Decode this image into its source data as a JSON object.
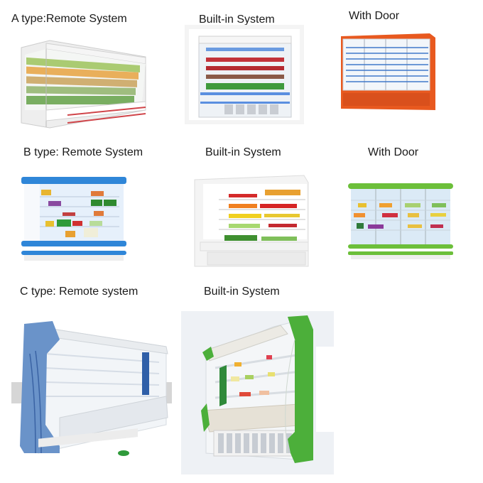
{
  "page": {
    "background": "#ffffff",
    "rows": [
      {
        "type": "A",
        "items": [
          {
            "label": "A type:Remote System",
            "variant": "remote",
            "color": "#d9d9d9",
            "accent": "#d0454a"
          },
          {
            "label": "Built-in System",
            "variant": "builtin",
            "color": "#e8eef6",
            "accent": "#4f86d9"
          },
          {
            "label": "With Door",
            "variant": "door",
            "color": "#e8591f",
            "accent": "#3f78c9"
          }
        ]
      },
      {
        "type": "B",
        "items": [
          {
            "label": "B type: Remote System",
            "variant": "remote",
            "color": "#2f86d8",
            "accent": "#2f86d8"
          },
          {
            "label": "Built-in System",
            "variant": "builtin",
            "color": "#eeeeee",
            "accent": "#e03a2a"
          },
          {
            "label": "With Door",
            "variant": "door",
            "color": "#6cbf3a",
            "accent": "#6cbf3a"
          }
        ]
      },
      {
        "type": "C",
        "items": [
          {
            "label": "C type: Remote system",
            "variant": "remote",
            "color": "#6a93c9",
            "accent": "#2f5fa8"
          },
          {
            "label": "Built-in System",
            "variant": "builtin",
            "color": "#4caf3a",
            "accent": "#4caf3a"
          }
        ]
      }
    ]
  }
}
